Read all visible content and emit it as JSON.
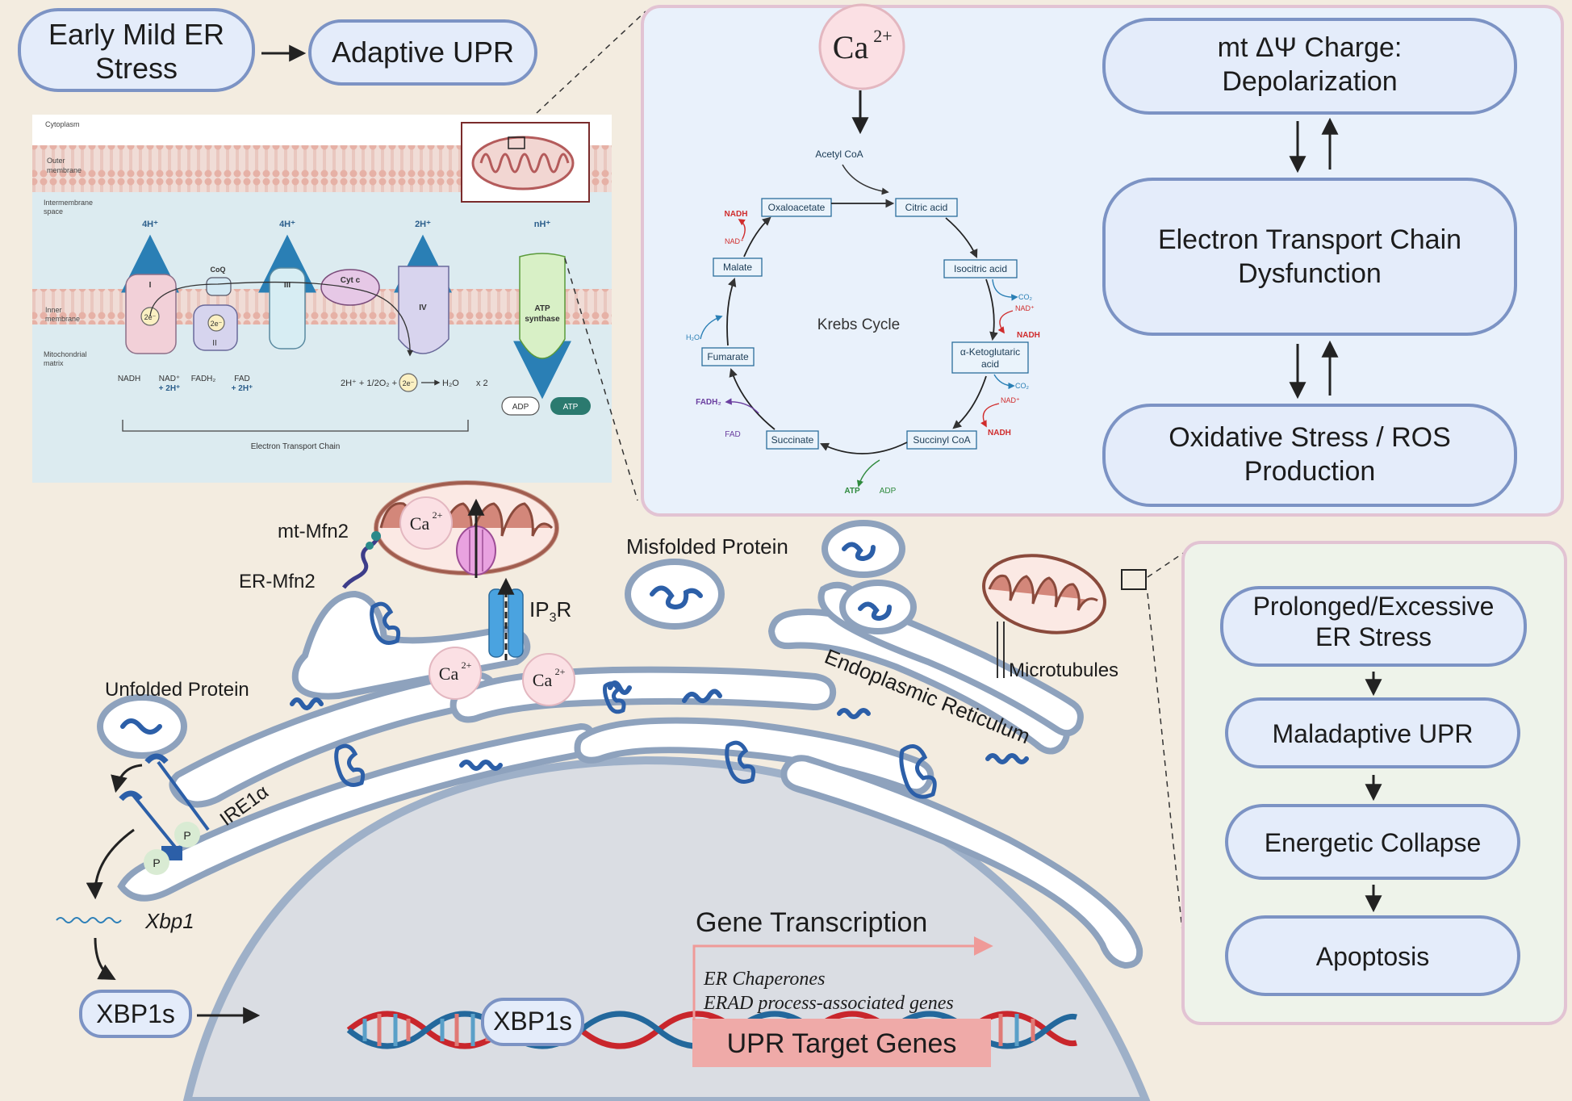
{
  "top": {
    "early_stress": "Early Mild ER Stress",
    "adaptive_upr": "Adaptive UPR"
  },
  "etc_panel": {
    "cytoplasm": "Cytoplasm",
    "outer_membrane": "Outer membrane",
    "intermembrane": "Intermembrane space",
    "inner_membrane": "Inner membrane",
    "matrix": "Mitochondrial matrix",
    "complex_I": "I",
    "complex_II": "II",
    "complex_III": "III",
    "complex_IV": "IV",
    "coq": "CoQ",
    "cytc": "Cyt c",
    "atp_synthase": "ATP synthase",
    "h_I": "4H⁺",
    "h_III": "4H⁺",
    "h_IV": "2H⁺",
    "h_atp": "nH⁺",
    "electrons": "2e⁻",
    "nadh": "NADH",
    "nad": "NAD⁺",
    "plus2h": "+ 2H⁺",
    "fadh2": "FADH₂",
    "fad": "FAD",
    "equation_left": "2H⁺ + 1/2O₂ +",
    "equation_right": "H₂O",
    "times2": "x 2",
    "adp": "ADP",
    "atp": "ATP",
    "etc_label": "Electron Transport Chain"
  },
  "krebs": {
    "ca": "Ca",
    "ca_sup": "2+",
    "acetyl": "Acetyl CoA",
    "title": "Krebs Cycle",
    "nodes": [
      "Citric acid",
      "Isocitric acid",
      "α-Ketoglutaric acid",
      "Succinyl CoA",
      "Succinate",
      "Fumarate",
      "Malate",
      "Oxaloacetate"
    ],
    "co2": "CO₂",
    "nad": "NAD⁺",
    "nadh": "NADH",
    "h2o": "H₂O",
    "fadh2": "FADH₂",
    "fad": "FAD",
    "atp": "ATP",
    "adp": "ADP"
  },
  "right_top": {
    "mt_charge_1": "mt ΔΨ Charge:",
    "mt_charge_2": "Depolarization",
    "etc_dys_1": "Electron Transport Chain",
    "etc_dys_2": "Dysfunction",
    "ros_1": "Oxidative Stress / ROS",
    "ros_2": "Production"
  },
  "right_bottom": {
    "prolonged_1": "Prolonged/Excessive",
    "prolonged_2": "ER Stress",
    "maladaptive": "Maladaptive UPR",
    "collapse": "Energetic Collapse",
    "apoptosis": "Apoptosis"
  },
  "cell": {
    "mt_mfn2": "mt-Mfn2",
    "er_mfn2": "ER-Mfn2",
    "ca": "Ca",
    "ca_sup": "2+",
    "ip3r_pre": "IP",
    "ip3r_sub": "3",
    "ip3r_post": "R",
    "misfolded": "Misfolded Protein",
    "microtubules": "Microtubules",
    "er_label": "Endoplasmic Reticulum",
    "unfolded": "Unfolded Protein",
    "ire1": "IRE1α",
    "p": "P",
    "xbp1": "Xbp1",
    "xbp1s": "XBP1s",
    "gene_transcription": "Gene Transcription",
    "er_chaperones": "ER Chaperones",
    "erad": "ERAD process-associated genes",
    "upr_targets": "UPR Target Genes"
  },
  "colors": {
    "background": "#f3ece0",
    "pill_fill": "#e4ecfa",
    "pill_stroke": "#7c93c4",
    "krebs_panel": "#e9f1fb",
    "right_bottom_panel": "#eef3ea",
    "panel_border": "#e2c3d3",
    "mito": "#d3877a",
    "protein": "#2c5fa8",
    "nucleus": "#dadde3",
    "er_fill": "#ffffff",
    "er_stroke": "#8ea2bd",
    "target_genes": "#efaaa8",
    "ca_fill": "#fbe0e4"
  }
}
